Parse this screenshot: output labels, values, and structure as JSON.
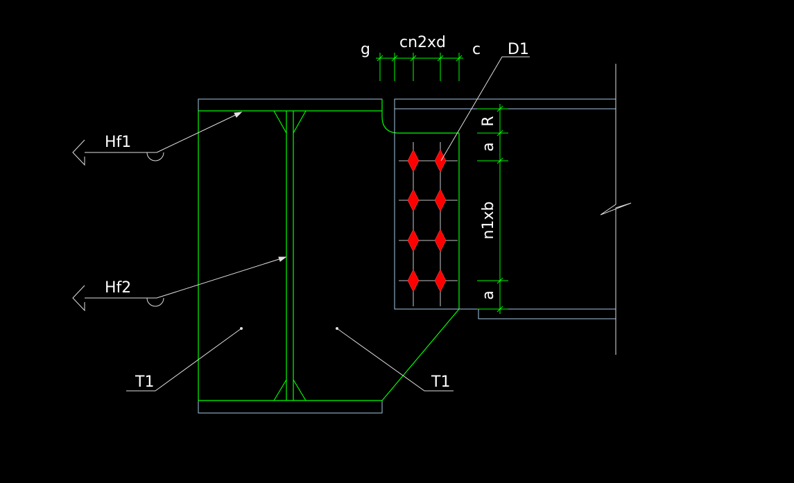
{
  "labels": {
    "g": "g",
    "cn2xd": "cn2xd",
    "c": "c",
    "d1": "D1",
    "hf1": "Hf1",
    "hf2": "Hf2",
    "t1_left": "T1",
    "t1_right": "T1",
    "r": "R",
    "a_top": "a",
    "n1xb": "n1xb",
    "a_bottom": "a"
  },
  "colors": {
    "background": "#000000",
    "steel_outline": "#a9c7e6",
    "weld_green": "#00ff00",
    "leader_white": "#e0e0e0",
    "bolt_fill": "#ff0000",
    "text": "#ffffff"
  },
  "bolts": {
    "rows": 4,
    "cols": 2
  }
}
